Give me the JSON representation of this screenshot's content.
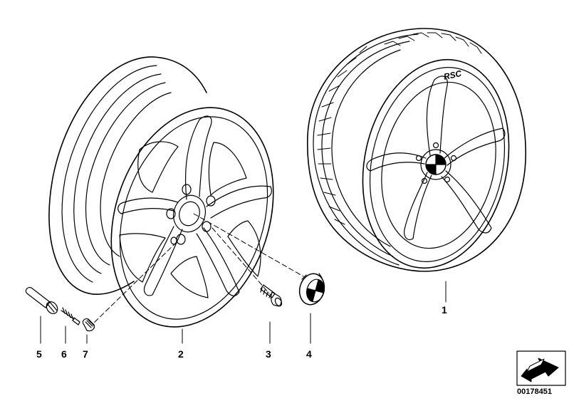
{
  "callouts": {
    "p1": "1",
    "p2": "2",
    "p3": "3",
    "p4": "4",
    "p5": "5",
    "p6": "6",
    "p7": "7"
  },
  "tire_marking": "RSC",
  "diagram_code": "00178451",
  "icons": {
    "nav": "back-arrow-icon",
    "emblem": "bmw-roundel-icon"
  },
  "colors": {
    "line": "#000000",
    "background": "#ffffff"
  }
}
